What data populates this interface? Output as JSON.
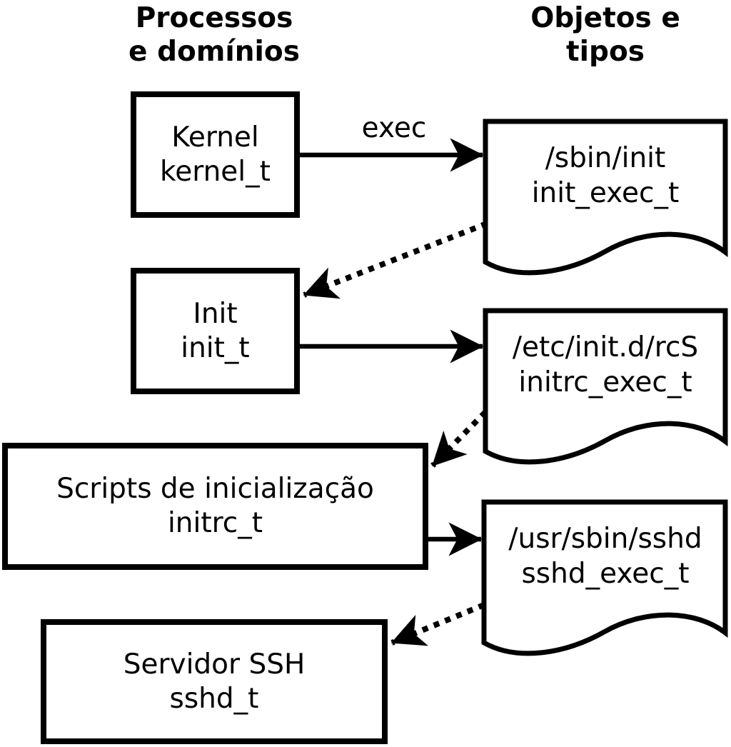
{
  "diagram": {
    "title_columns": {
      "processes": {
        "line1": "Processos",
        "line2": "e domínios"
      },
      "objects": {
        "line1": "Objetos e",
        "line2": "tipos"
      }
    },
    "processes": [
      {
        "name": "Kernel",
        "domain": "kernel_t"
      },
      {
        "name": "Init",
        "domain": "init_t"
      },
      {
        "name": "Scripts de inicialização",
        "domain": "initrc_t"
      },
      {
        "name": "Servidor SSH",
        "domain": "sshd_t"
      }
    ],
    "objects": [
      {
        "path": "/sbin/init",
        "type": "init_exec_t"
      },
      {
        "path": "/etc/init.d/rcS",
        "type": "initrc_exec_t"
      },
      {
        "path": "/usr/sbin/sshd",
        "type": "sshd_exec_t"
      }
    ],
    "arrow_labels": {
      "exec": "exec"
    },
    "colors": {
      "stroke": "#000000",
      "background": "#ffffff"
    }
  }
}
